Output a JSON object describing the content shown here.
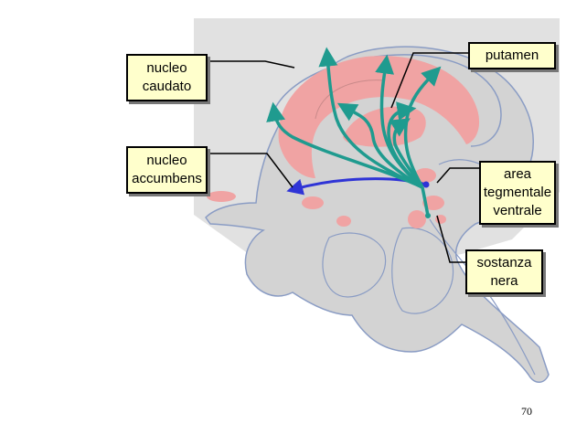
{
  "labels": {
    "caudato": "nucleo\ncaudato",
    "putamen": "putamen",
    "accumbens": "nucleo\naccumbens",
    "vta": "area\ntegmentale\nventrale",
    "nera": "sostanza\nnera"
  },
  "page_number": "70",
  "colors": {
    "background_panel": "#e1e1e1",
    "tissue": "#d3d3d3",
    "outline": "#8a9cc4",
    "nuclei": "#f0a3a3",
    "dopamine_pathway": "#1f9b8f",
    "mesolimbic_pathway": "#2f34d6",
    "label_fill": "#ffffcc"
  }
}
